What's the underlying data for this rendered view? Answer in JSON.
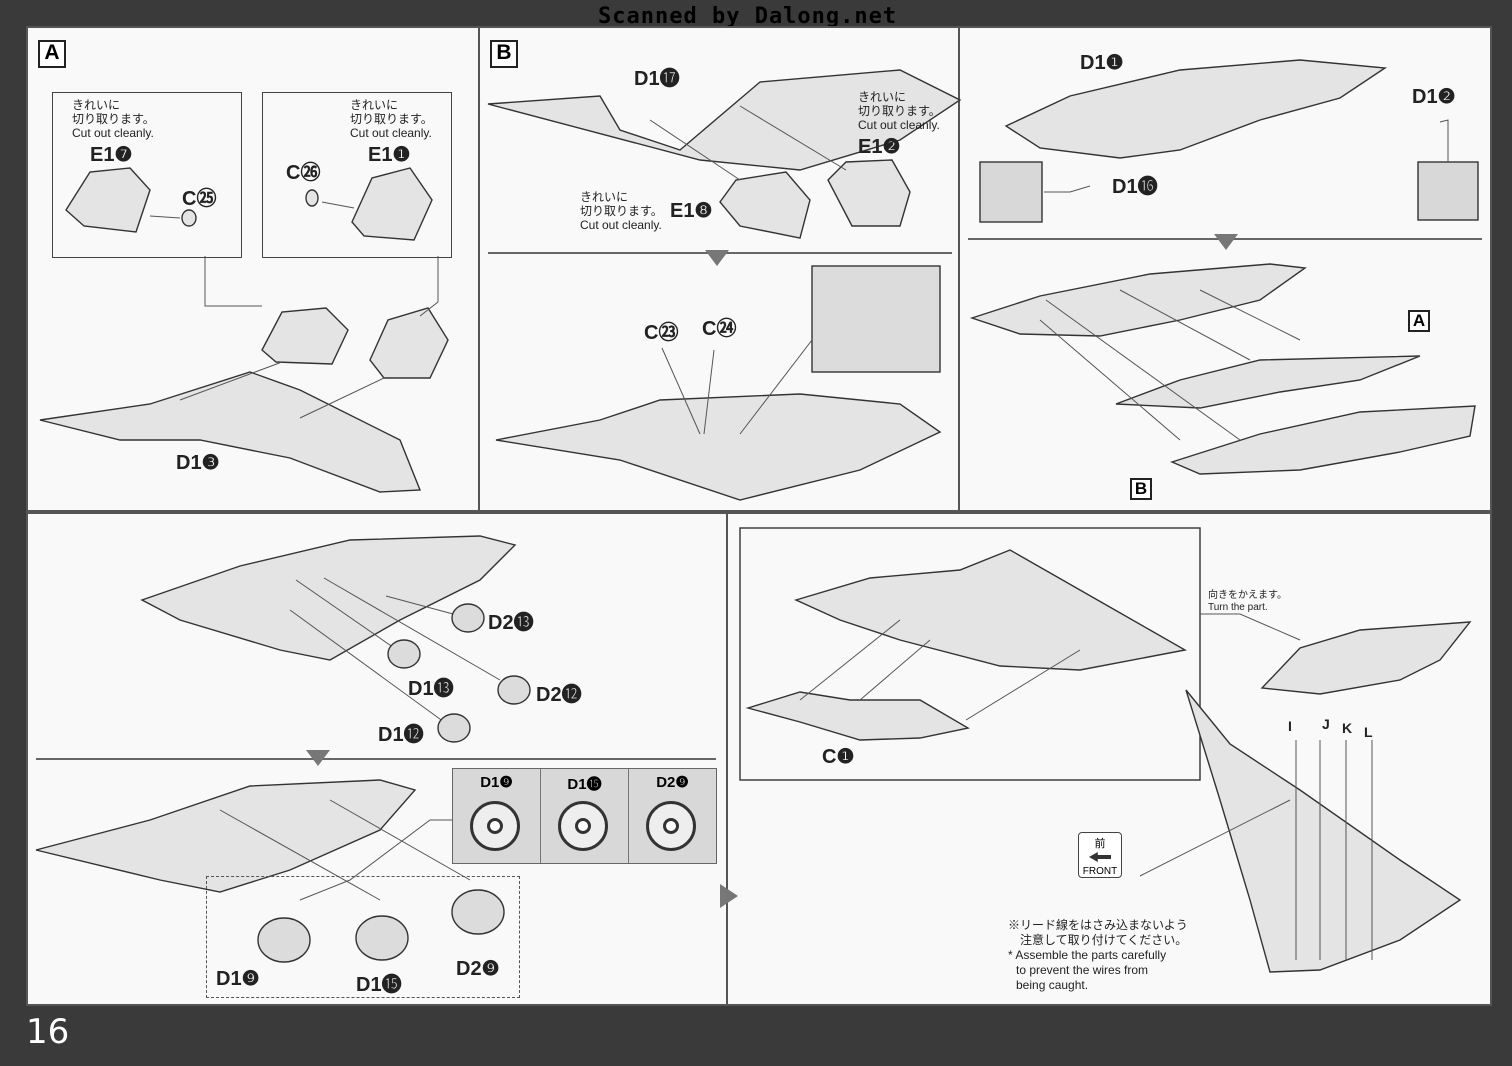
{
  "header": {
    "watermark": "Scanned by Dalong.net"
  },
  "page_number": "16",
  "panel_a": {
    "label": "A",
    "note_left": {
      "jp1": "きれいに",
      "jp2": "切り取ります。",
      "en": "Cut out cleanly."
    },
    "note_right": {
      "jp1": "きれいに",
      "jp2": "切り取ります。",
      "en": "Cut out cleanly."
    },
    "parts": {
      "e1_7": "E1❼",
      "c25": "C㉕",
      "c26": "C㉖",
      "e1_1": "E1❶",
      "d1_3": "D1❸"
    }
  },
  "panel_b": {
    "label": "B",
    "note_top": {
      "jp1": "きれいに",
      "jp2": "切り取ります。",
      "en": "Cut out cleanly."
    },
    "note_bottom": {
      "jp1": "きれいに",
      "jp2": "切り取ります。",
      "en": "Cut out cleanly."
    },
    "parts": {
      "d1_17": "D1⓱",
      "e1_2": "E1❷",
      "e1_8": "E1❽",
      "c23": "C㉓",
      "c24": "C㉔"
    }
  },
  "panel_c": {
    "parts": {
      "d1_1": "D1❶",
      "d1_2": "D1❷",
      "d1_16": "D1⓰"
    },
    "labels": {
      "a": "A",
      "b": "B"
    }
  },
  "panel_d": {
    "parts": {
      "d2_13": "D2⓭",
      "d1_13": "D1⓭",
      "d2_12": "D2⓬",
      "d1_12": "D1⓬",
      "d1_9": "D1❾",
      "d1_15": "D1⓯",
      "d2_9": "D2❾"
    },
    "table": [
      "D1❾",
      "D1⓯",
      "D2❾"
    ]
  },
  "panel_e": {
    "parts": {
      "c1": "C❶"
    },
    "turn_note": {
      "jp": "向きをかえます。",
      "en": "Turn the part."
    },
    "wire_labels": [
      "I",
      "J",
      "K",
      "L"
    ],
    "front_label": {
      "jp": "前",
      "en": "FRONT"
    },
    "caution": {
      "jp1": "※リード線をはさみ込まないよう",
      "jp2": "注意して取り付けてください。",
      "en1": "* Assemble the parts carefully",
      "en2": "to prevent the wires from",
      "en3": "being caught."
    }
  }
}
